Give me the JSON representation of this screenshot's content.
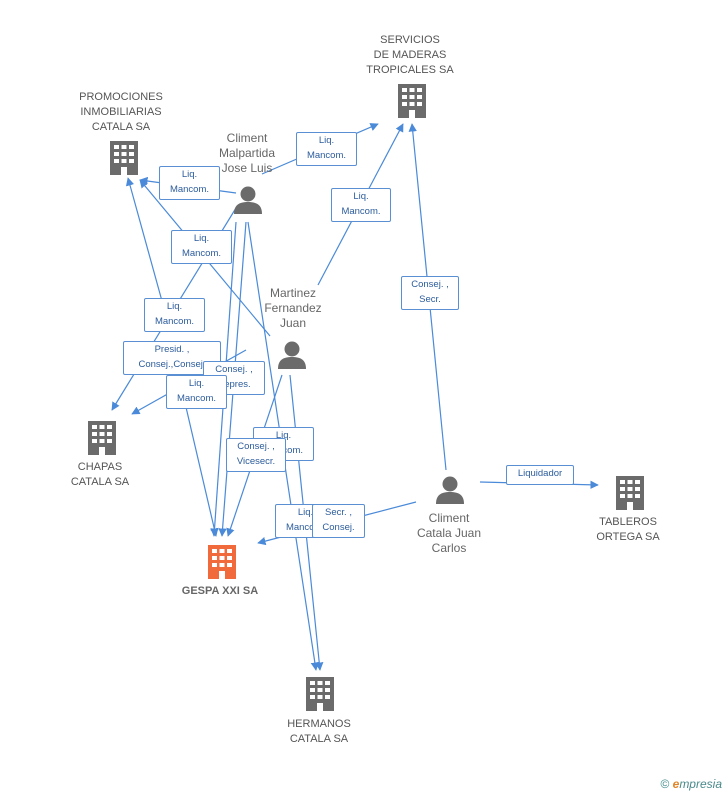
{
  "colors": {
    "edge": "#4a8ad8",
    "building": "#6b6b6b",
    "building_focus": "#f06a3c",
    "person": "#6b6b6b"
  },
  "nodes": {
    "servicios": "SERVICIOS\nDE MADERAS\nTROPICALES SA",
    "promociones": "PROMOCIONES\nINMOBILIARIAS\nCATALA SA",
    "chapas": "CHAPAS\nCATALA SA",
    "gespa": "GESPA XXI SA",
    "hermanos": "HERMANOS\nCATALA SA",
    "tableros": "TABLEROS\nORTEGA SA"
  },
  "persons": {
    "climent_malpartida": "Climent\nMalpartida\nJose Luis",
    "martinez": "Martinez\nFernandez\nJuan",
    "climent_catala": "Climent\nCatala Juan\nCarlos"
  },
  "edge_labels": {
    "e1": "Liq.\nMancom.",
    "e2": "Liq.\nMancom.",
    "e3": "Liq.\nMancom.",
    "e4": "Liq.\nMancom.",
    "e5": "Consej. ,\nSecr.",
    "e6": "Liq.\nMancom.",
    "e7": "Presid. ,\nConsej.,Consej.",
    "e8": "Consej. ,\nRepres.",
    "e9": "Liq.\nMancom.",
    "e10": "Liq.\nMancom.",
    "e11": "Consej. ,\nVicesecr.",
    "e12": "Liq.\nMancom.",
    "e13": "Secr. ,\nConsej.",
    "e14": "Liquidador"
  },
  "brand": {
    "symbol": "©",
    "name_initial": "e",
    "name_rest": "mpresia"
  }
}
